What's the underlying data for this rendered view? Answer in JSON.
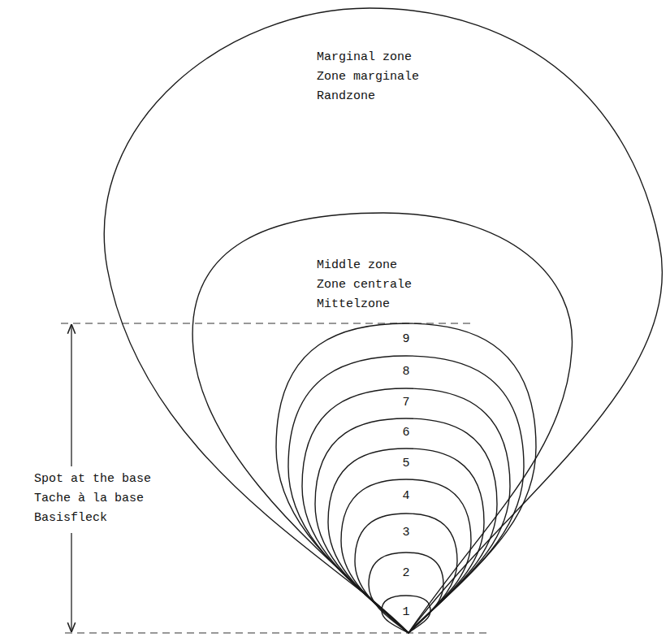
{
  "diagram": {
    "nodes": [
      {
        "text": [
          "Marginal zone",
          "Zone marginale",
          "Randzone"
        ]
      },
      {
        "text": [
          "Middle zone",
          "Zone centrale",
          "Mittelzone"
        ],
        "in": 0
      },
      {
        "text": [
          "9"
        ],
        "in": 1
      },
      {
        "text": [
          "8"
        ],
        "in": 2
      },
      {
        "text": [
          "7"
        ],
        "in": 3
      },
      {
        "text": [
          "6"
        ],
        "in": 4
      },
      {
        "text": [
          "5"
        ],
        "in": 5
      },
      {
        "text": [
          "4"
        ],
        "in": 6
      },
      {
        "text": [
          "3"
        ],
        "in": 7
      },
      {
        "text": [
          "2"
        ],
        "in": 8
      },
      {
        "text": [
          "1"
        ],
        "in": 9
      }
    ],
    "labels": [
      "Spot at the base",
      "Tache à la base",
      "Basisfleck"
    ]
  }
}
